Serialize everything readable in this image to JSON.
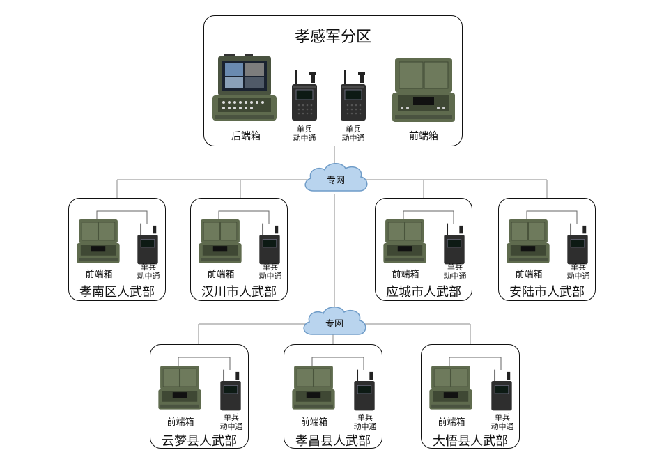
{
  "hq": {
    "title": "孝感军分区",
    "devices": [
      "后端箱",
      "单兵\n动中通",
      "单兵\n动中通",
      "前端箱"
    ]
  },
  "clouds": [
    {
      "label": "专网"
    },
    {
      "label": "专网"
    }
  ],
  "units_row1": [
    {
      "name": "孝南区人武部",
      "front": "前端箱",
      "soldier": "单兵\n动中通"
    },
    {
      "name": "汉川市人武部",
      "front": "前端箱",
      "soldier": "单兵\n动中通"
    },
    {
      "name": "应城市人武部",
      "front": "前端箱",
      "soldier": "单兵\n动中通"
    },
    {
      "name": "安陆市人武部",
      "front": "前端箱",
      "soldier": "单兵\n动中通"
    }
  ],
  "units_row2": [
    {
      "name": "云梦县人武部",
      "front": "前端箱",
      "soldier": "单兵\n动中通"
    },
    {
      "name": "孝昌县人武部",
      "front": "前端箱",
      "soldier": "单兵\n动中通"
    },
    {
      "name": "大悟县人武部",
      "front": "前端箱",
      "soldier": "单兵\n动中通"
    }
  ],
  "colors": {
    "case": "#5f6b4e",
    "case_dark": "#3f4834",
    "radio": "#2e2e2e",
    "cloud": "#b9d4ee",
    "cloud_edge": "#6f9cc8"
  }
}
